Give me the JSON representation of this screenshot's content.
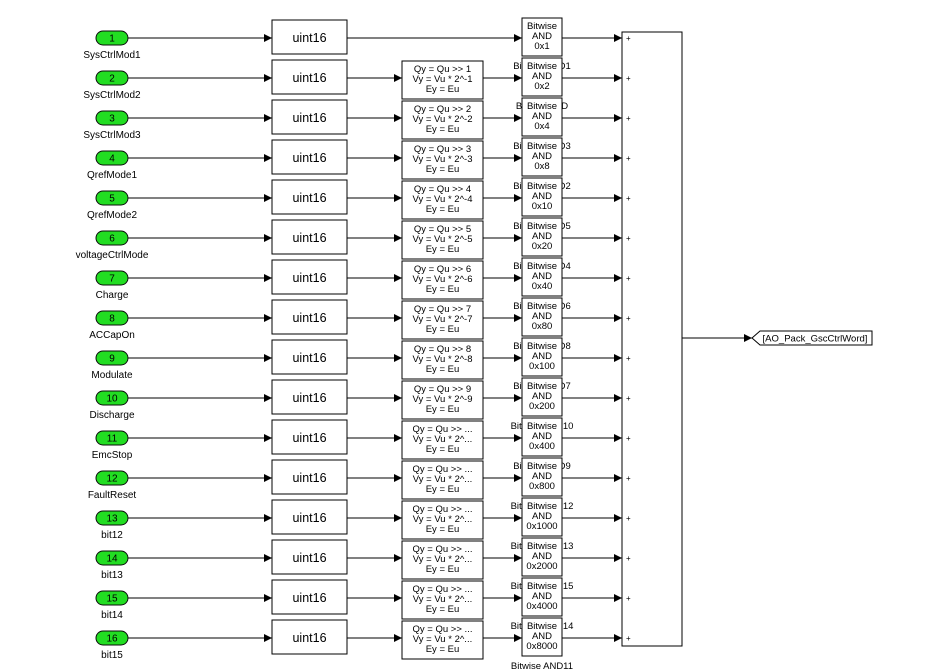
{
  "rows": [
    {
      "port": "1",
      "label": "SysCtrlMod1",
      "shift": null,
      "mask": "0x1",
      "and_label": "Bitwise AND1"
    },
    {
      "port": "2",
      "label": "SysCtrlMod2",
      "shift": [
        "Qy = Qu >> 1",
        "Vy = Vu * 2^-1",
        "Ey = Eu"
      ],
      "mask": "0x2",
      "and_label": "Bitwise AND"
    },
    {
      "port": "3",
      "label": "SysCtrlMod3",
      "shift": [
        "Qy = Qu >> 2",
        "Vy = Vu * 2^-2",
        "Ey = Eu"
      ],
      "mask": "0x4",
      "and_label": "Bitwise AND3"
    },
    {
      "port": "4",
      "label": "QrefMode1",
      "shift": [
        "Qy = Qu >> 3",
        "Vy = Vu * 2^-3",
        "Ey = Eu"
      ],
      "mask": "0x8",
      "and_label": "Bitwise AND2"
    },
    {
      "port": "5",
      "label": "QrefMode2",
      "shift": [
        "Qy = Qu >> 4",
        "Vy = Vu * 2^-4",
        "Ey = Eu"
      ],
      "mask": "0x10",
      "and_label": "Bitwise AND5"
    },
    {
      "port": "6",
      "label": "voltageCtrlMode",
      "shift": [
        "Qy = Qu >> 5",
        "Vy = Vu * 2^-5",
        "Ey = Eu"
      ],
      "mask": "0x20",
      "and_label": "Bitwise AND4"
    },
    {
      "port": "7",
      "label": "Charge",
      "shift": [
        "Qy = Qu >> 6",
        "Vy = Vu * 2^-6",
        "Ey = Eu"
      ],
      "mask": "0x40",
      "and_label": "Bitwise AND6"
    },
    {
      "port": "8",
      "label": "ACCapOn",
      "shift": [
        "Qy = Qu >> 7",
        "Vy = Vu * 2^-7",
        "Ey = Eu"
      ],
      "mask": "0x80",
      "and_label": "Bitwise AND8"
    },
    {
      "port": "9",
      "label": "Modulate",
      "shift": [
        "Qy = Qu >> 8",
        "Vy = Vu * 2^-8",
        "Ey = Eu"
      ],
      "mask": "0x100",
      "and_label": "Bitwise AND7"
    },
    {
      "port": "10",
      "label": "Discharge",
      "shift": [
        "Qy = Qu >> 9",
        "Vy = Vu * 2^-9",
        "Ey = Eu"
      ],
      "mask": "0x200",
      "and_label": "Bitwise AND10"
    },
    {
      "port": "11",
      "label": "EmcStop",
      "shift": [
        "Qy = Qu >> ...",
        "Vy = Vu * 2^...",
        "Ey = Eu"
      ],
      "mask": "0x400",
      "and_label": "Bitwise AND9"
    },
    {
      "port": "12",
      "label": "FaultReset",
      "shift": [
        "Qy = Qu >> ...",
        "Vy = Vu * 2^...",
        "Ey = Eu"
      ],
      "mask": "0x800",
      "and_label": "Bitwise AND12"
    },
    {
      "port": "13",
      "label": "bit12",
      "shift": [
        "Qy = Qu >> ...",
        "Vy = Vu * 2^...",
        "Ey = Eu"
      ],
      "mask": "0x1000",
      "and_label": "Bitwise AND13"
    },
    {
      "port": "14",
      "label": "bit13",
      "shift": [
        "Qy = Qu >> ...",
        "Vy = Vu * 2^...",
        "Ey = Eu"
      ],
      "mask": "0x2000",
      "and_label": "Bitwise AND15"
    },
    {
      "port": "15",
      "label": "bit14",
      "shift": [
        "Qy = Qu >> ...",
        "Vy = Vu * 2^...",
        "Ey = Eu"
      ],
      "mask": "0x4000",
      "and_label": "Bitwise AND14"
    },
    {
      "port": "16",
      "label": "bit15",
      "shift": [
        "Qy = Qu >> ...",
        "Vy = Vu * 2^...",
        "Ey = Eu"
      ],
      "mask": "0x8000",
      "and_label": "Bitwise AND11"
    }
  ],
  "convert_label": "uint16",
  "and_title": [
    "Bitwise",
    "AND"
  ],
  "sum_sign": "+",
  "goto_label": "[AO_Pack_GscCtrlWord]",
  "colors": {
    "inport_fill": "#22dd22",
    "line": "#000000",
    "block_fill": "#ffffff"
  }
}
